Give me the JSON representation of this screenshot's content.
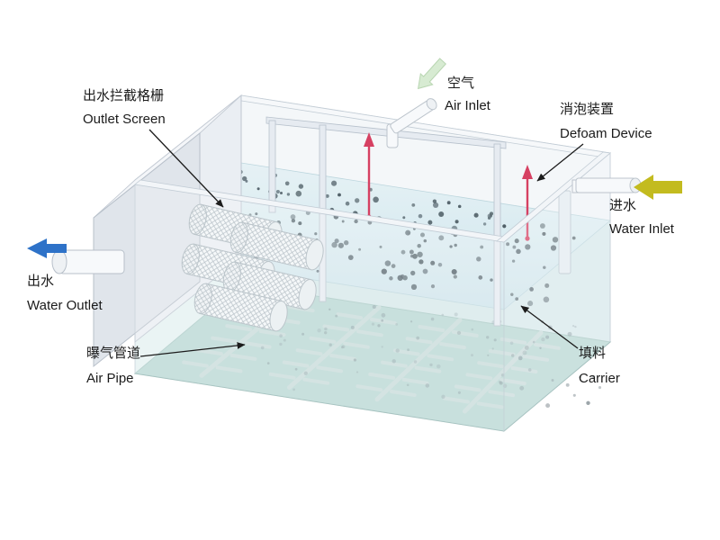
{
  "diagram": {
    "type": "wastewater-treatment-tank-schematic",
    "labels": {
      "outlet_screen": {
        "zh": "出水拦截格栅",
        "en": "Outlet Screen"
      },
      "air_inlet": {
        "zh": "空气",
        "en": "Air Inlet"
      },
      "defoam_device": {
        "zh": "消泡装置",
        "en": "Defoam Device"
      },
      "water_inlet": {
        "zh": "进水",
        "en": "Water Inlet"
      },
      "water_outlet": {
        "zh": "出水",
        "en": "Water Outlet"
      },
      "air_pipe": {
        "zh": "曝气管道",
        "en": "Air Pipe"
      },
      "carrier": {
        "zh": "填料",
        "en": "Carrier"
      }
    }
  },
  "colors": {
    "water_outlet_arrow": "#2e72c8",
    "water_inlet_arrow": "#c3bb1f",
    "air_inlet_arrow": "#d7ebd2",
    "defoam_arrow": "#d64062",
    "floor": "#abcfc8",
    "air_pipe_color": "#cdd9d7",
    "wall": "#eaeef3",
    "water_surface": "#d9ecf1",
    "carrier_dots": [
      "#5c6b72",
      "#6a7a82",
      "#4e5d65"
    ]
  }
}
